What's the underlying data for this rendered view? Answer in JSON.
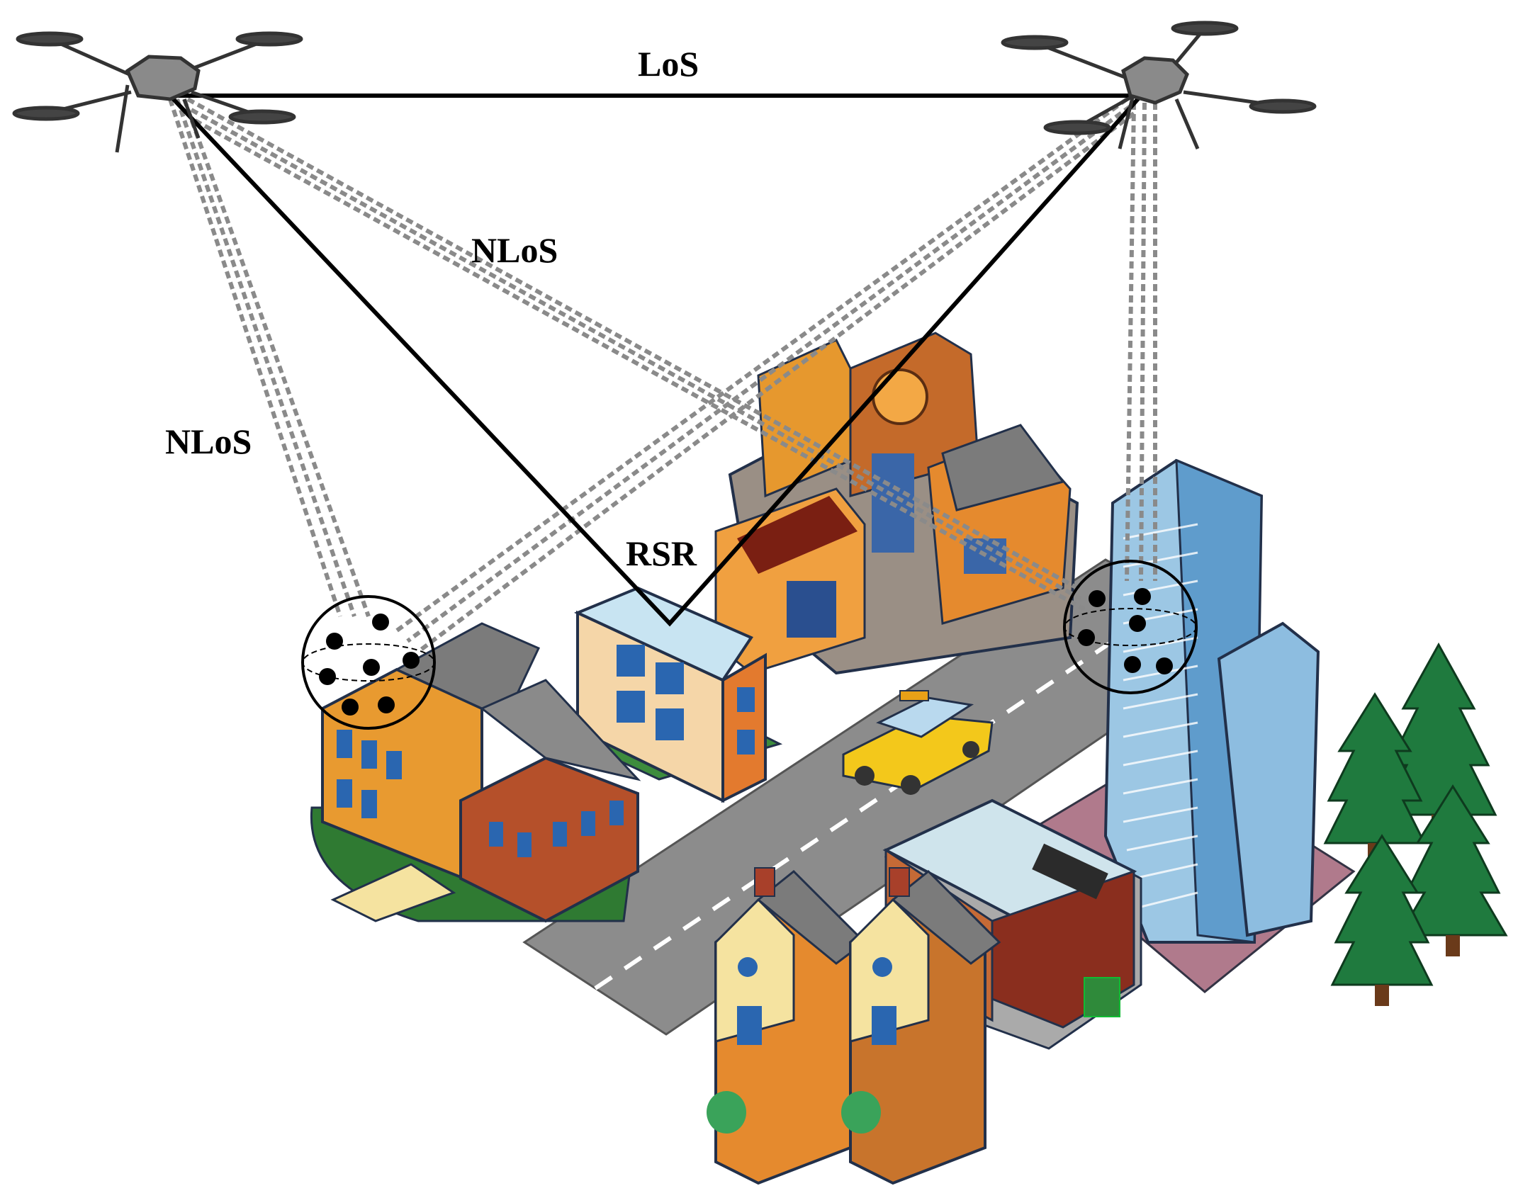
{
  "labels": {
    "los": "LoS",
    "nlos_upper": "NLoS",
    "nlos_left": "NLoS",
    "rsr": "RSR"
  },
  "colors": {
    "los_line": "#000000",
    "nlos_line": "#8a8a8a",
    "road": "#8c8c8c",
    "grass": "#2f7a32",
    "tree": "#1f7a3e",
    "taxi": "#f3c81b",
    "tower": "#7fb3d5",
    "brick": "#b5502a",
    "orange_wall": "#e58a2e",
    "roof": "#7b7b7b"
  },
  "icons": {
    "uav_left": "quadcopter-drone-icon",
    "uav_right": "quadcopter-drone-icon",
    "user_cluster": "user-cluster-circle-icon",
    "taxi": "taxi-car-icon",
    "tree": "pine-tree-icon"
  }
}
